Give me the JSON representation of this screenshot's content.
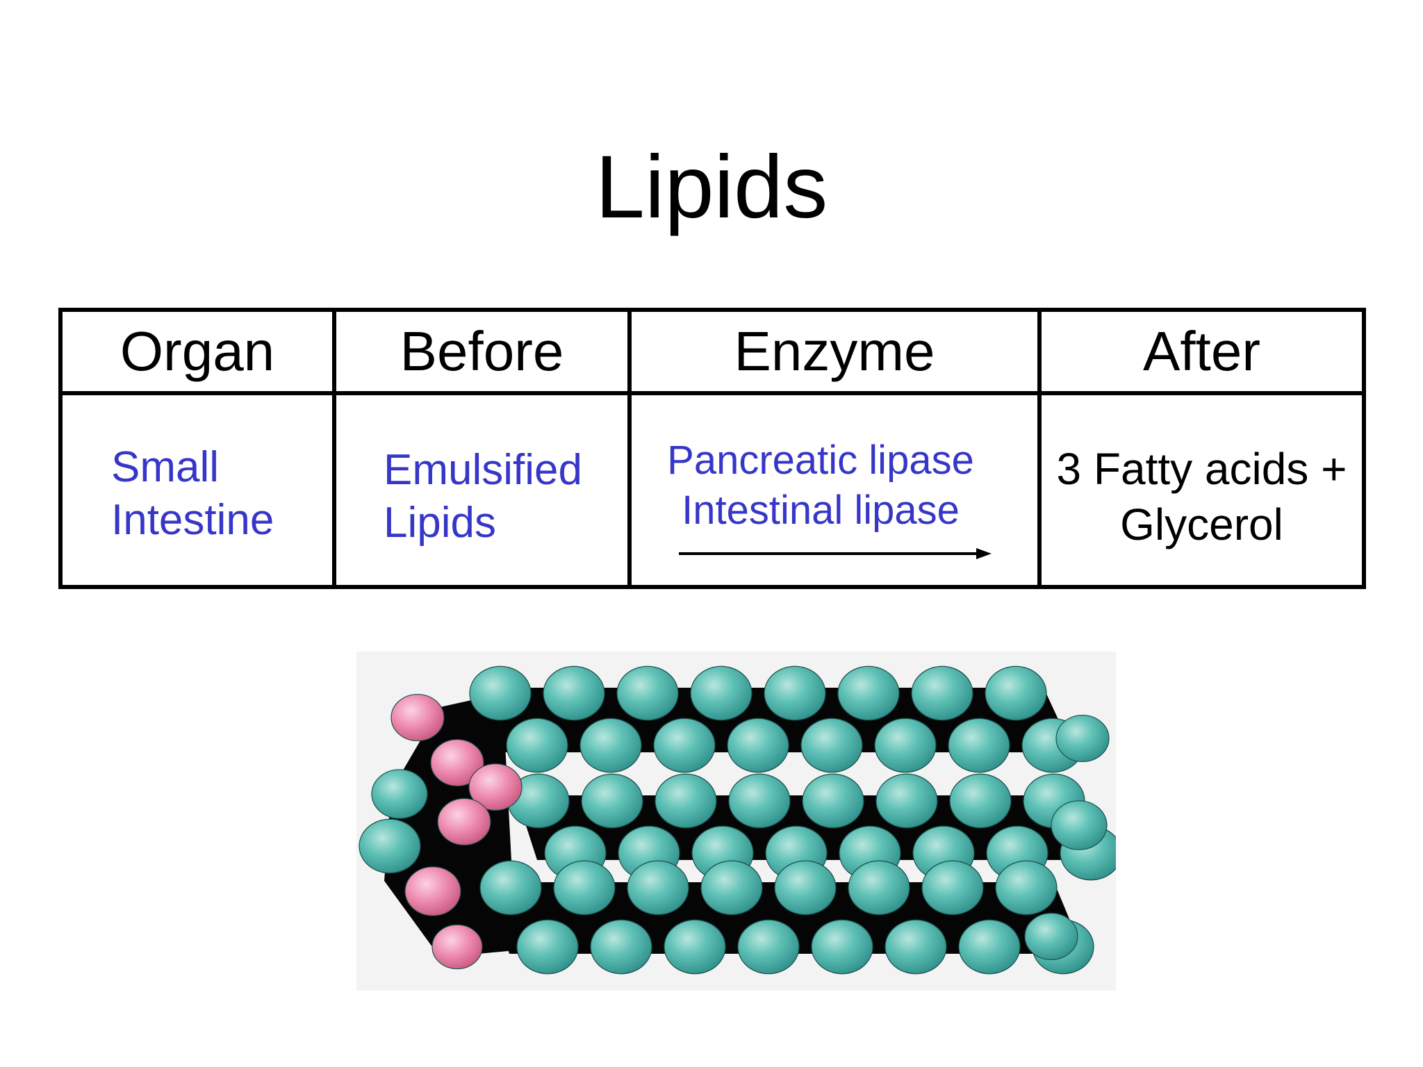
{
  "slide": {
    "title": "Lipids"
  },
  "table": {
    "headers": [
      "Organ",
      "Before",
      "Enzyme",
      "After"
    ],
    "row": {
      "organ": [
        "Small",
        "Intestine"
      ],
      "before": [
        "Emulsified",
        "Lipids"
      ],
      "enzyme": [
        "Pancreatic lipase",
        "Intestinal lipase"
      ],
      "after": [
        "3 Fatty acids +",
        "Glycerol"
      ]
    }
  },
  "colors": {
    "text": "#000000",
    "accent_blue": "#3636c8",
    "glycerol_bead": "#ee8db0",
    "fatty_acid_bead": "#4fb8b0",
    "chain_backbone": "#050505"
  },
  "illustration": {
    "icon": "triglyceride-molecule-model",
    "bead_types": [
      "glycerol",
      "fatty-acid"
    ]
  }
}
